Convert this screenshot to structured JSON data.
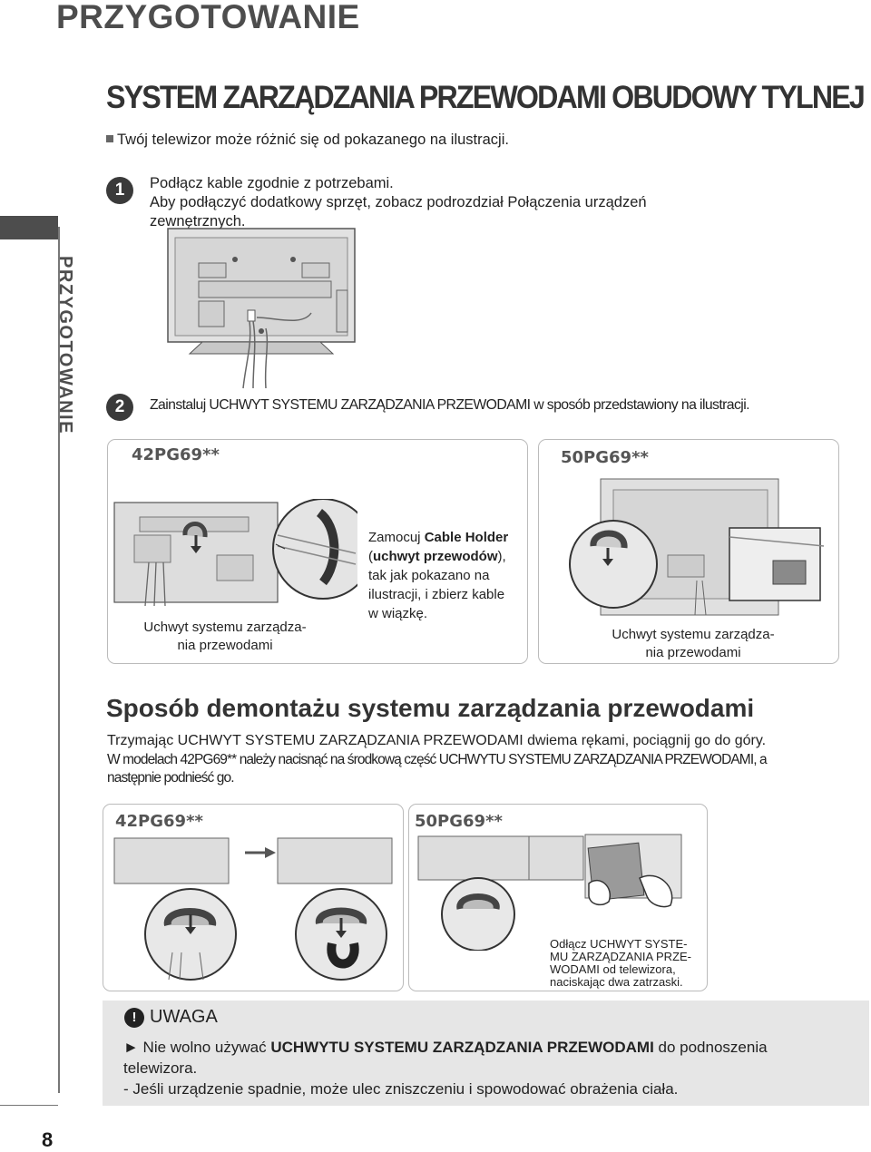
{
  "header": {
    "section": "PRZYGOTOWANIE",
    "side_label": "PRZYGOTOWANIE",
    "page_number": "8"
  },
  "main": {
    "title": "SYSTEM ZARZĄDZANIA PRZEWODAMI OBUDOWY TYLNEJ",
    "note": "Twój telewizor może różnić się od pokazanego na ilustracji."
  },
  "steps": [
    {
      "num": "1",
      "line1": "Podłącz kable zgodnie z potrzebami.",
      "line2": "Aby podłączyć dodatkowy sprzęt, zobacz podrozdział Połączenia urządzeń",
      "line3": "zewnętrznych."
    },
    {
      "num": "2",
      "text": "Zainstaluj UCHWYT SYSTEMU ZARZĄDZANIA PRZEWODAMI w sposób przedstawiony na ilustracji."
    }
  ],
  "install": {
    "left_model": "42PG69**",
    "right_model": "50PG69**",
    "left_caption_1": "Uchwyt systemu zarządza-",
    "left_caption_2": "nia przewodami",
    "instr_1": "Zamocuj ",
    "instr_bold_1": "Cable Holder",
    "instr_2": "(",
    "instr_bold_2": "uchwyt przewodów",
    "instr_3": "),",
    "instr_4": "tak jak pokazano na",
    "instr_5": "ilustracji, i zbierz kable",
    "instr_6": "w wiązkę.",
    "right_caption_1": "Uchwyt systemu zarządza-",
    "right_caption_2": "nia przewodami"
  },
  "removal": {
    "title": "Sposób demontażu systemu zarządzania przewodami",
    "para1": "Trzymając UCHWYT SYSTEMU ZARZĄDZANIA PRZEWODAMI dwiema rękami, pociągnij go do góry.",
    "para2_1": "W modelach 42PG69** należy nacisnąć na środkową część UCHWYTU SYSTEMU ZARZĄDZANIA PRZEWODAMI, a",
    "para2_2": "następnie podnieść go.",
    "left_model": "42PG69**",
    "right_model": "50PG69**",
    "caption_1": "Odłącz UCHWYT SYSTE-",
    "caption_2": "MU ZARZĄDZANIA PRZE-",
    "caption_3": "WODAMI od telewizora,",
    "caption_4": "naciskając dwa zatrzaski."
  },
  "warning": {
    "icon": "!",
    "title": "UWAGA",
    "line1_a": "► Nie wolno używać ",
    "line1_bold": "UCHWYTU SYSTEMU ZARZĄDZANIA PRZEWODAMI",
    "line1_b": " do podnoszenia",
    "line2": "telewizora.",
    "line3": "- Jeśli urządzenie spadnie, może ulec zniszczeniu i spowodować obrażenia ciała."
  }
}
